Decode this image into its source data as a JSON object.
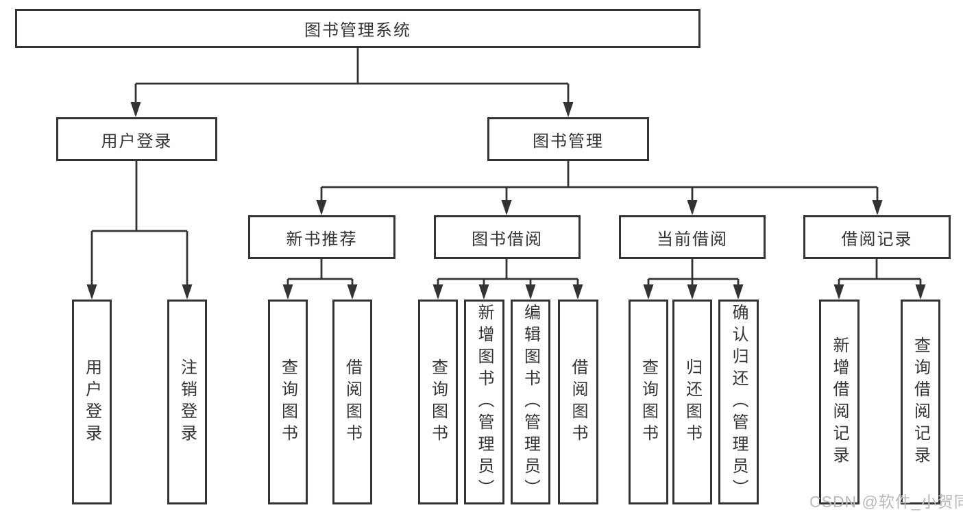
{
  "diagram_title": "图书管理系统",
  "nodes": {
    "root": {
      "label": "图书管理系统"
    },
    "user_login": {
      "label": "用户登录"
    },
    "book_mgmt": {
      "label": "图书管理"
    },
    "new_book_rec": {
      "label": "新书推荐"
    },
    "book_borrow": {
      "label": "图书借阅"
    },
    "current_borrow": {
      "label": "当前借阅"
    },
    "borrow_records": {
      "label": "借阅记录"
    },
    "ul_user_login": {
      "label": "用户登录"
    },
    "ul_logout": {
      "label": "注销登录"
    },
    "nbr_query_book": {
      "label": "查询图书"
    },
    "nbr_borrow_book": {
      "label": "借阅图书"
    },
    "bb_query_book": {
      "label": "查询图书"
    },
    "bb_add_book": {
      "label": "新增图书（管理员）"
    },
    "bb_edit_book": {
      "label": "编辑图书（管理员）"
    },
    "bb_borrow_book": {
      "label": "借阅图书"
    },
    "cb_query_book": {
      "label": "查询图书"
    },
    "cb_return_book": {
      "label": "归还图书"
    },
    "cb_confirm_return": {
      "label": "确认归还（管理员）"
    },
    "br_add_record": {
      "label": "新增借阅记录"
    },
    "br_query_record": {
      "label": "查询借阅记录"
    }
  },
  "hierarchy": {
    "图书管理系统": [
      "用户登录",
      "图书管理"
    ],
    "用户登录": [
      "用户登录",
      "注销登录"
    ],
    "图书管理": [
      "新书推荐",
      "图书借阅",
      "当前借阅",
      "借阅记录"
    ],
    "新书推荐": [
      "查询图书",
      "借阅图书"
    ],
    "图书借阅": [
      "查询图书",
      "新增图书（管理员）",
      "编辑图书（管理员）",
      "借阅图书"
    ],
    "当前借阅": [
      "查询图书",
      "归还图书",
      "确认归还（管理员）"
    ],
    "借阅记录": [
      "新增借阅记录",
      "查询借阅记录"
    ]
  },
  "watermark": "CSDN @软件_小贺同学",
  "colors": {
    "line": "#333333",
    "node_border": "#333333",
    "text": "#333333",
    "watermark": "#b9b9b9",
    "background": "#ffffff"
  }
}
